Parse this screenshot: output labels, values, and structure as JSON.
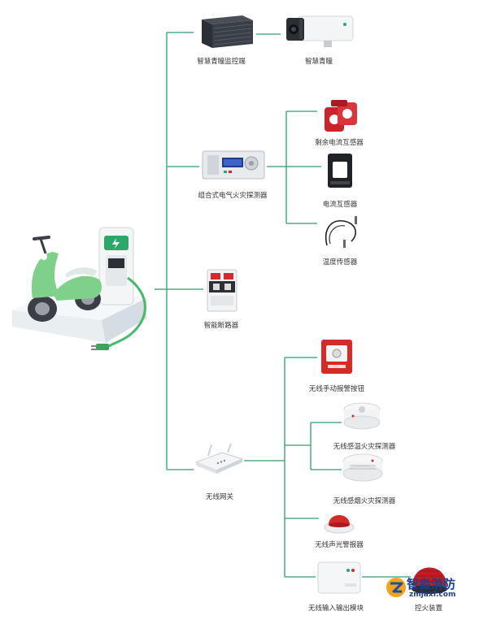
{
  "nodes": {
    "nvr_label": "智慧青瞳监控端",
    "camera_label": "智慧青瞳",
    "detector_label": "组合式电气火灾探测器",
    "residual_ct_label": "剩余电流互感器",
    "ct_label": "电流互感器",
    "temp_sensor_label": "温度传感器",
    "breaker_label": "智能断路器",
    "gateway_label": "无线网关",
    "manual_alarm_label": "无线手动报警按钮",
    "heat_detector_label": "无线感温火灾探测器",
    "smoke_detector_label": "无线感烟火灾探测器",
    "sounder_label": "无线声光警报器",
    "io_module_label": "无线输入输出模块",
    "fire_control_label": "控火装置"
  },
  "watermark": {
    "brand": "智淼消防",
    "url": "zmjaxf.com"
  },
  "colors": {
    "line": "#2e9e6e",
    "alarm_red": "#d42a2a",
    "scooter_green": "#7fd08a"
  }
}
